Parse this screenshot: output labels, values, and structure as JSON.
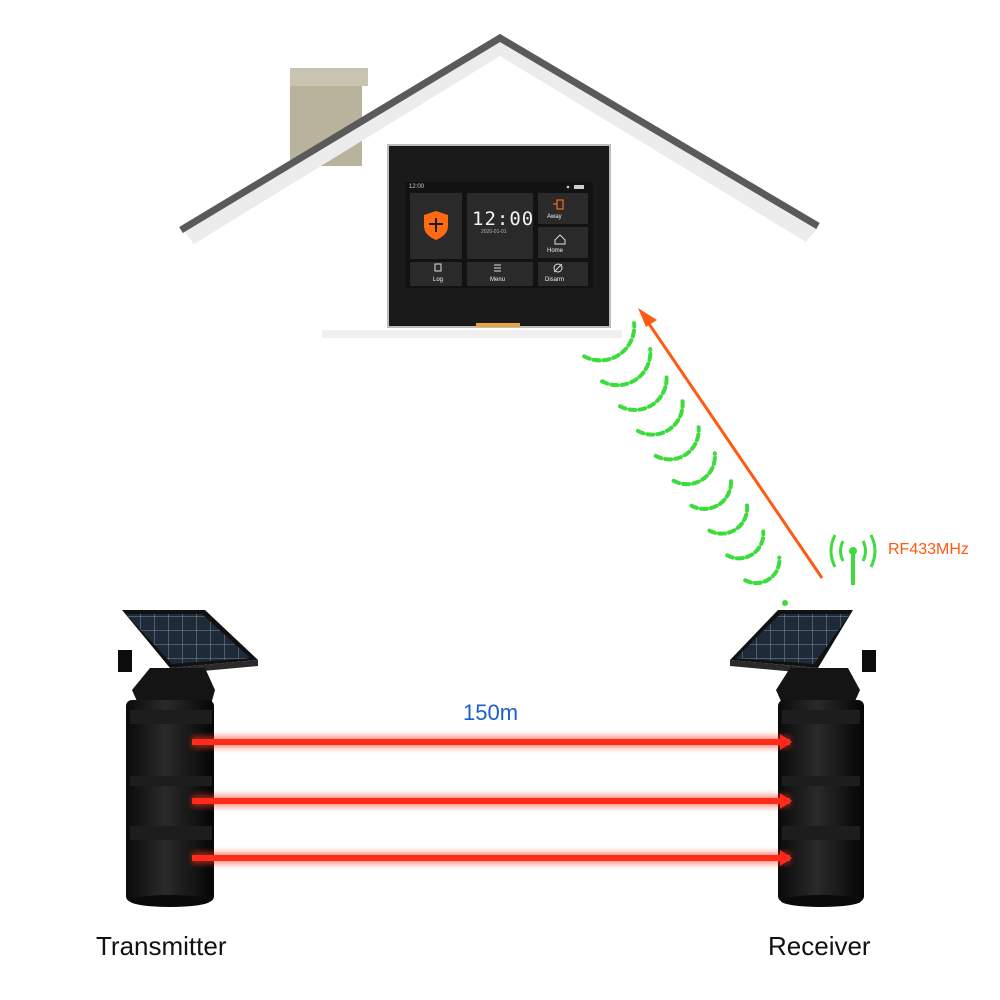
{
  "labels": {
    "transmitter": "Transmitter",
    "receiver": "Receiver",
    "distance": "150m",
    "rf": "RF433MHz"
  },
  "panel_screen": {
    "status_time": "12:00",
    "clock": "12:00",
    "date": "2020-01-01",
    "buttons": {
      "away": "Away",
      "home": "Home",
      "log": "Log",
      "menu": "Menu",
      "disarm": "Disarm"
    }
  },
  "colors": {
    "beam": "#ff2a1a",
    "signal_arc": "#3ddc3d",
    "arrow": "#ff5a14",
    "distance_text": "#1a5fd0",
    "rf_text": "#ff5a14",
    "shield": "#ff6a13",
    "house_roof": "#5f5f5f",
    "chimney": "#c1bca8"
  },
  "icons": [
    "shield-icon",
    "door-icon",
    "house-icon",
    "log-icon",
    "menu-icon",
    "disarm-icon",
    "antenna-icon",
    "wifi-signal-icon"
  ]
}
